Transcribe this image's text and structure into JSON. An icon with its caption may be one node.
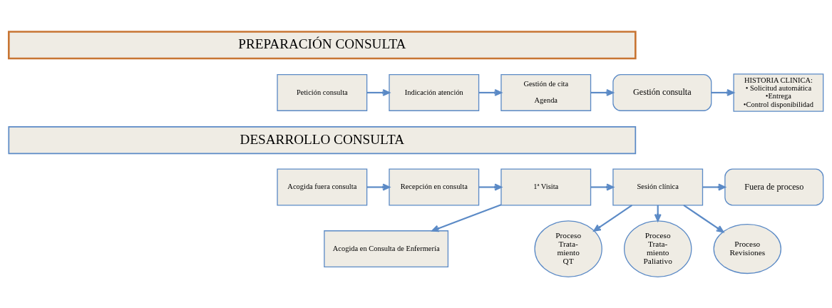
{
  "diagram": {
    "nodes": [
      {
        "text": [
          "PREPARACIÓN CONSULTA"
        ]
      },
      {
        "text": [
          "Petición consulta"
        ]
      },
      {
        "text": [
          "Indicación atención"
        ]
      },
      {
        "text": [
          "Gestión de cita",
          "Agenda"
        ]
      },
      {
        "text": [
          "Gestión consulta"
        ]
      },
      {
        "text": [
          "HISTORIA CLINICA:",
          "• Solicitud automática",
          "•Entrega",
          "•Control disponibilidad"
        ]
      },
      {
        "text": [
          "DESARROLLO CONSULTA"
        ]
      },
      {
        "text": [
          "Acogida fuera consulta"
        ]
      },
      {
        "text": [
          "Recepción en consulta"
        ]
      },
      {
        "text": [
          "1ª Visita"
        ]
      },
      {
        "text": [
          "Sesión clínica"
        ]
      },
      {
        "text": [
          "Fuera de proceso"
        ]
      },
      {
        "text": [
          "Acogida en Consulta de Enfermería"
        ]
      },
      {
        "text": [
          "Proceso Trata- miento QT"
        ]
      },
      {
        "text": [
          "Proceso Trata- miento Paliativo"
        ]
      },
      {
        "text": [
          "Proceso Revisiones"
        ]
      }
    ],
    "edges": [
      {
        "from": 1,
        "to": 2,
        "arrow": "to"
      },
      {
        "from": 2,
        "to": 3,
        "arrow": "to"
      },
      {
        "from": 3,
        "to": 4,
        "arrow": "to"
      },
      {
        "from": 4,
        "to": 5,
        "arrow": "to"
      },
      {
        "from": 7,
        "to": 8,
        "arrow": "to"
      },
      {
        "from": 8,
        "to": 9,
        "arrow": "to"
      },
      {
        "from": 9,
        "to": 10,
        "arrow": "to"
      },
      {
        "from": 10,
        "to": 11,
        "arrow": "to"
      },
      {
        "from": 9,
        "to": 12,
        "arrow": "to"
      },
      {
        "from": 10,
        "to": 13,
        "arrow": "to"
      },
      {
        "from": 10,
        "to": 14,
        "arrow": "to"
      },
      {
        "from": 10,
        "to": 15,
        "arrow": "to"
      }
    ]
  }
}
